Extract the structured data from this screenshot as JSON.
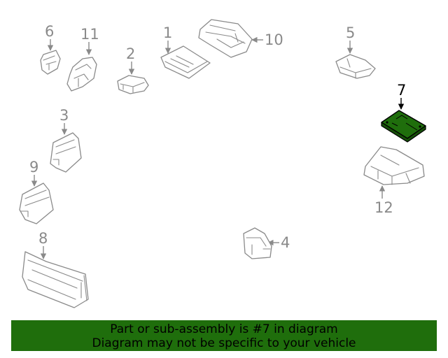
{
  "parts": [
    {
      "number": "1"
    },
    {
      "number": "2"
    },
    {
      "number": "3"
    },
    {
      "number": "4"
    },
    {
      "number": "5"
    },
    {
      "number": "6"
    },
    {
      "number": "7"
    },
    {
      "number": "8"
    },
    {
      "number": "9"
    },
    {
      "number": "10"
    },
    {
      "number": "11"
    },
    {
      "number": "12"
    }
  ],
  "highlighted_part": "7",
  "colors": {
    "highlight": "#1f6e0c",
    "line_art": "#8a8a8a",
    "banner_bg": "#1f6e0c"
  },
  "banner": {
    "line1": "Part or sub-assembly is #7 in diagram",
    "line2": "Diagram may not be specific to your vehicle"
  }
}
